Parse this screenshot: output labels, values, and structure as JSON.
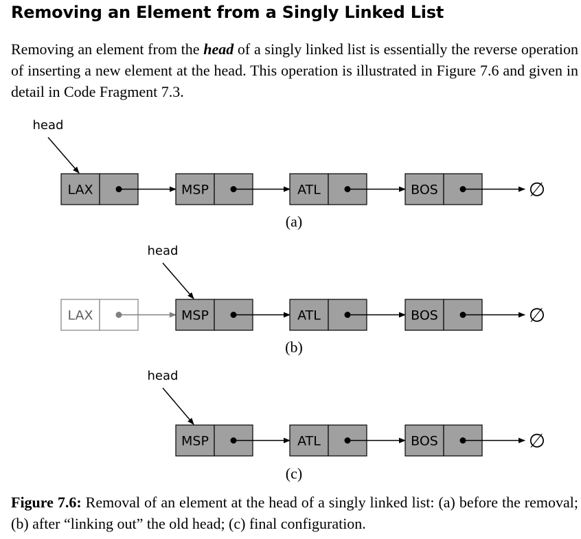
{
  "section": {
    "title": "Removing an Element from a Singly Linked List"
  },
  "paragraph": {
    "before": "Removing an element from the ",
    "emphasis": "head",
    "after": " of a singly linked list is essentially the reverse operation of inserting a new element at the head.  This operation is illustrated in Figure 7.6 and given in detail in Code Fragment 7.3."
  },
  "figure": {
    "head_label": "head",
    "null_symbol": "∅",
    "panels": [
      {
        "id": "a",
        "label": "(a)",
        "nodes": [
          {
            "value": "LAX",
            "state": "active"
          },
          {
            "value": "MSP",
            "state": "active"
          },
          {
            "value": "ATL",
            "state": "active"
          },
          {
            "value": "BOS",
            "state": "active"
          }
        ],
        "head_target": "LAX"
      },
      {
        "id": "b",
        "label": "(b)",
        "nodes": [
          {
            "value": "LAX",
            "state": "removed"
          },
          {
            "value": "MSP",
            "state": "active"
          },
          {
            "value": "ATL",
            "state": "active"
          },
          {
            "value": "BOS",
            "state": "active"
          }
        ],
        "head_target": "MSP"
      },
      {
        "id": "c",
        "label": "(c)",
        "nodes": [
          {
            "value": "MSP",
            "state": "active"
          },
          {
            "value": "ATL",
            "state": "active"
          },
          {
            "value": "BOS",
            "state": "active"
          }
        ],
        "head_target": "MSP"
      }
    ]
  },
  "caption": {
    "label": "Figure 7.6:",
    "text": " Removal of an element at the head of a singly linked list: (a) before the removal; (b) after “linking out” the old head; (c) final configuration."
  },
  "colors": {
    "node_fill": "#a0a0a0",
    "removed_stroke": "#808080",
    "removed_text": "#606060"
  }
}
